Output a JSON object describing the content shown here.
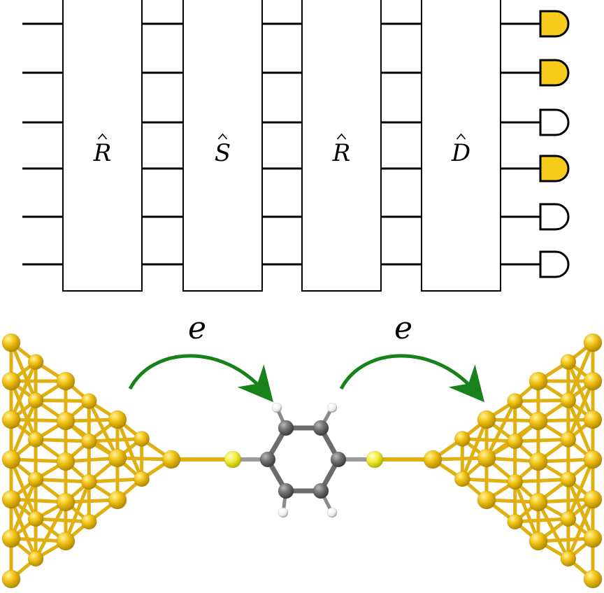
{
  "circuit": {
    "qubit_count": 6,
    "gates": [
      {
        "label": "R"
      },
      {
        "label": "S"
      },
      {
        "label": "R"
      },
      {
        "label": "D"
      }
    ],
    "measurement_outcomes": [
      1,
      1,
      0,
      1,
      0,
      0
    ],
    "colors": {
      "wire": "#000000",
      "gate_fill": "#ffffff",
      "measured_fill": "#f7cb1c",
      "unmeasured_fill": "#ffffff"
    }
  },
  "molecule": {
    "electron_labels": [
      "e",
      "e"
    ],
    "colors": {
      "gold": "#e9b900",
      "gold_bond": "#e0b010",
      "sulfur": "#f2ee3a",
      "carbon": "#707070",
      "hydrogen": "#f2f2f2",
      "arrow": "#18821a"
    }
  }
}
